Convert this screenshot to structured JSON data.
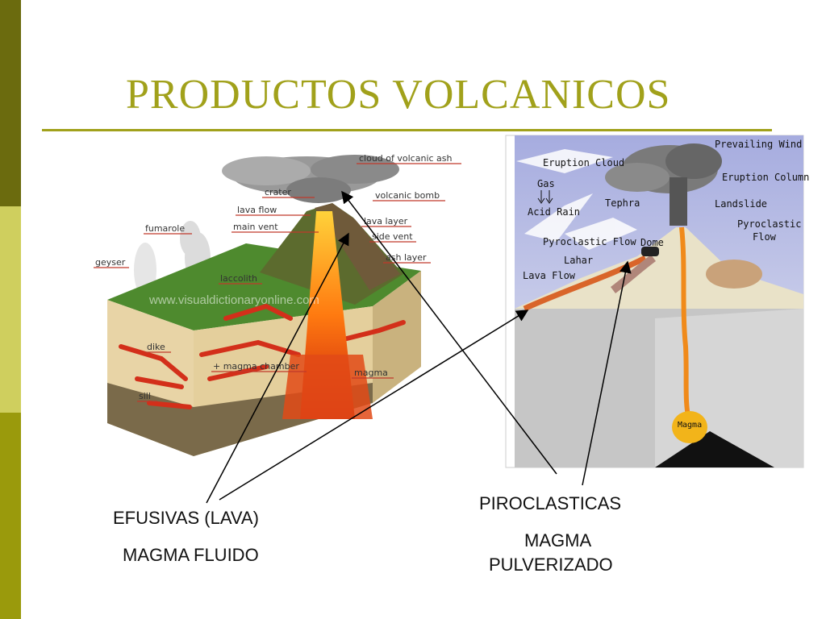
{
  "slide": {
    "title": "PRODUCTOS VOLCANICOS"
  },
  "left_figure": {
    "labels": {
      "cloud": "cloud of volcanic ash",
      "crater": "crater",
      "volcanic_bomb": "volcanic bomb",
      "lava_flow": "lava flow",
      "lava_layer": "lava layer",
      "fumarole": "fumarole",
      "main_vent": "main vent",
      "side_vent": "side vent",
      "ash_layer": "ash layer",
      "geyser": "geyser",
      "laccolith": "laccolith",
      "dike": "dike",
      "magma_chamber": "+ magma chamber",
      "magma": "magma",
      "sill": "sill"
    },
    "watermark": "www.visualdictionaryonline.com"
  },
  "right_figure": {
    "labels": {
      "prevailing_wind": "Prevailing Wind",
      "eruption_cloud": "Eruption Cloud",
      "eruption_column": "Eruption Column",
      "gas": "Gas",
      "acid_rain": "Acid Rain",
      "tephra": "Tephra",
      "landslide": "Landslide",
      "pyroclastic_flow_right_1": "Pyroclastic",
      "pyroclastic_flow_right_2": "Flow",
      "pyroclastic_flow_left": "Pyroclastic Flow",
      "dome": "Dome",
      "lahar": "Lahar",
      "lava_flow": "Lava Flow",
      "magma": "Magma"
    }
  },
  "annotations": {
    "efusivas_title": "EFUSIVAS (LAVA)",
    "efusivas_desc": "MAGMA FLUIDO",
    "piroclasticas_title": "PIROCLASTICAS",
    "piroclasticas_desc_1": "MAGMA",
    "piroclasticas_desc_2": "PULVERIZADO"
  },
  "colors": {
    "band_top": "#6b6b0e",
    "band_mid": "#cfcf5e",
    "band_bot": "#9a9a0c",
    "title": "#a1a11b",
    "label_line": "#c0392b",
    "lava": "#d32f1a",
    "sky": "#a9aee0"
  }
}
